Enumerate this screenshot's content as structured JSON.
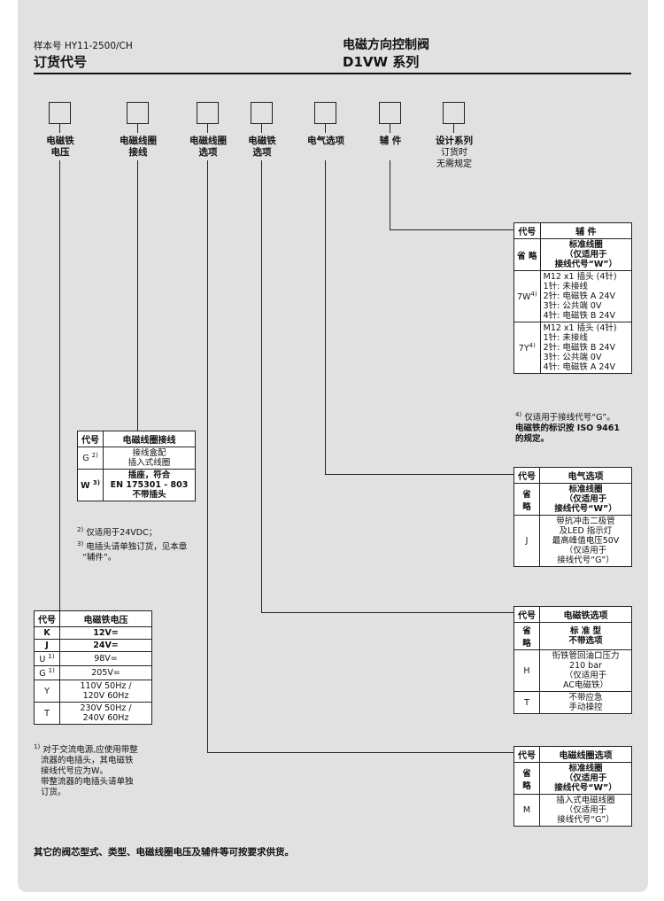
{
  "header": {
    "catalog": "样本号 HY11-2500/CH",
    "section": "订货代号",
    "product": "电磁方向控制阀",
    "series": "D1VW 系列"
  },
  "labels": [
    {
      "l1": "电磁铁",
      "l2": "电压"
    },
    {
      "l1": "电磁线圈",
      "l2": "接线"
    },
    {
      "l1": "电磁线圈",
      "l2": "选项"
    },
    {
      "l1": "电磁铁",
      "l2": "选项"
    },
    {
      "l1": "电气选项",
      "l2": ""
    },
    {
      "l1": "辅 件",
      "l2": ""
    },
    {
      "l1": "设计系列",
      "l2": "订货时",
      "l3": "无需规定"
    }
  ],
  "accessories": {
    "h_code": "代号",
    "h_desc": "辅 件",
    "rows": [
      {
        "code": "省 略",
        "desc": [
          "标准线圈",
          "（仅适用于",
          "接线代号“W”）"
        ]
      },
      {
        "code": "7W",
        "sup": "4)",
        "desc": [
          "M12 x1 插头 (4针)",
          "1针: 未接线",
          "2针: 电磁铁 A 24V",
          "3针: 公共端 0V",
          "4针: 电磁铁 B 24V"
        ]
      },
      {
        "code": "7Y",
        "sup": "4)",
        "desc": [
          "M12 x1 插头 (4针)",
          "1针: 未接线",
          "2针: 电磁铁 B 24V",
          "3针: 公共端 0V",
          "4针: 电磁铁 A 24V"
        ]
      }
    ],
    "note1_sup": "4)",
    "note1": "仅适用于接线代号“G”。",
    "note2a": "电磁铁的标识按 ISO 9461",
    "note2b": "的规定。"
  },
  "electrical": {
    "h_code": "代号",
    "h_desc": "电气选项",
    "rows": [
      {
        "code": "省 略",
        "desc": [
          "标准线圈",
          "（仅适用于",
          "接线代号“W”）"
        ]
      },
      {
        "code": "J",
        "desc": [
          "带抗冲击二极管",
          "及LED 指示灯",
          "最高峰值电压50V",
          "（仅适用于",
          "接线代号“G”）"
        ]
      }
    ]
  },
  "solenoid_opt": {
    "h_code": "代号",
    "h_desc": "电磁铁选项",
    "rows": [
      {
        "code": "省 略",
        "desc": [
          "标 准 型",
          "不带选项"
        ]
      },
      {
        "code": "H",
        "desc": [
          "衔铁管回油口压力",
          "210 bar",
          "（仅适用于",
          "AC电磁铁）"
        ]
      },
      {
        "code": "T",
        "desc": [
          "不带应急",
          "手动操控"
        ]
      }
    ]
  },
  "coil_opt": {
    "h_code": "代号",
    "h_desc": "电磁线圈选项",
    "rows": [
      {
        "code": "省 略",
        "desc": [
          "标准线圈",
          "（仅适用于",
          "接线代号“W”）"
        ]
      },
      {
        "code": "M",
        "desc": [
          "插入式电磁线圈",
          "（仅适用于",
          "接线代号“G”）"
        ]
      }
    ]
  },
  "coil_conn": {
    "h_code": "代号",
    "h_desc": "电磁线圈接线",
    "rows": [
      {
        "code": "G",
        "sup": "2)",
        "desc": [
          "接线盒配",
          "插入式线圈"
        ]
      },
      {
        "code": "W",
        "sup": "3)",
        "desc": [
          "插座，符合",
          "EN 175301 - 803",
          "不带插头"
        ]
      }
    ],
    "note1_sup": "2)",
    "note1": "仅适用于24VDC；",
    "note2_sup": "3)",
    "note2a": "电插头请单独订货，见本章",
    "note2b": "“辅件”。"
  },
  "voltage": {
    "h_code": "代号",
    "h_desc": "电磁铁电压",
    "rows": [
      {
        "code": "K",
        "desc": "12V="
      },
      {
        "code": "J",
        "desc": "24V="
      },
      {
        "code": "U",
        "sup": "1)",
        "desc": "98V="
      },
      {
        "code": "G",
        "sup": "1)",
        "desc": "205V="
      },
      {
        "code": "Y",
        "desc": "110V 50Hz /",
        "desc2": "120V 60Hz"
      },
      {
        "code": "T",
        "desc": "230V 50Hz /",
        "desc2": "240V 60Hz"
      }
    ],
    "note1_sup": "1)",
    "note1a": "对于交流电源,应使用带整",
    "note1b": "流器的电插头，其电磁铁",
    "note1c": "接线代号应为W。",
    "note2a": "带整流器的电插头请单独",
    "note2b": "订货。"
  },
  "footer": "其它的阀芯型式、类型、电磁线圈电压及辅件等可按要求供货。"
}
